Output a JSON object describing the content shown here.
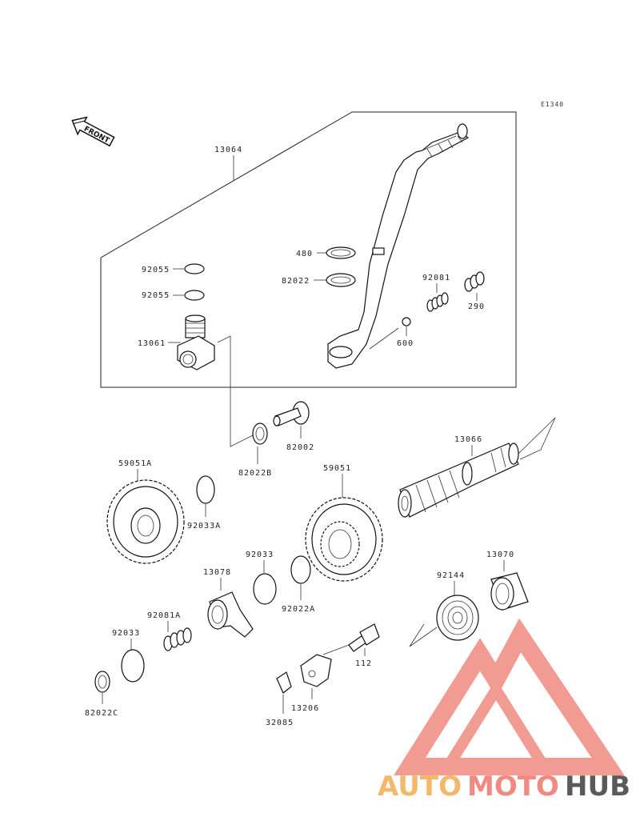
{
  "diagram": {
    "code": "E1340",
    "front_label": "FRONT",
    "parts": {
      "p13064": "13064",
      "p92055a": "92055",
      "p92055b": "92055",
      "p13061": "13061",
      "p480": "480",
      "p82022": "82022",
      "p92081": "92081",
      "p290": "290",
      "p600": "600",
      "p82002": "82002",
      "p82022B": "82022B",
      "p13066": "13066",
      "p59051A": "59051A",
      "p92033A": "92033A",
      "p59051": "59051",
      "p92033": "92033",
      "p13078": "13078",
      "p92022A": "92022A",
      "p92144": "92144",
      "p13070": "13070",
      "p92081A": "92081A",
      "p92033b": "92033",
      "p82022C": "82022C",
      "p112": "112",
      "p13206": "13206",
      "p32085": "32085"
    }
  },
  "watermark": {
    "part1": "AUTO",
    "part2": "MOTO",
    "part3": "HUB",
    "color1": "#f4b86a",
    "color2": "#f08a80",
    "color3": "#5a5a5a",
    "logo_color": "#f08a80"
  }
}
